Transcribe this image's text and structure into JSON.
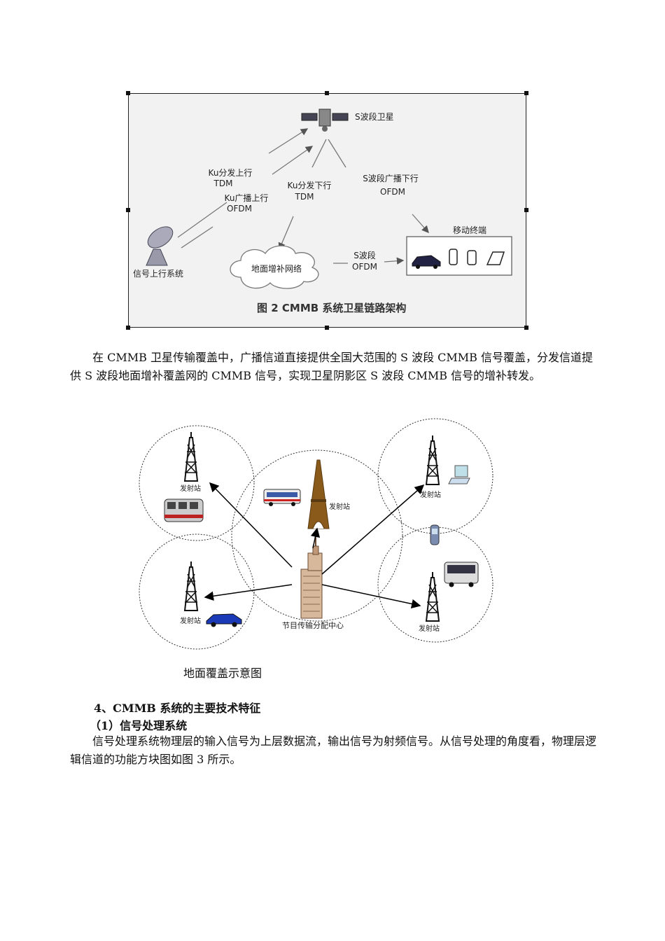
{
  "figure1": {
    "satellite_label": "S波段卫星",
    "ku_uplink": "Ku分发上行",
    "ku_uplink_mode": "TDM",
    "ku_broadcast_uplink": "Ku广播上行",
    "ku_broadcast_mode": "OFDM",
    "ku_downlink": "Ku分发下行",
    "ku_downlink_mode": "TDM",
    "s_downlink": "S波段广播下行",
    "s_downlink_mode": "OFDM",
    "uplink_system": "信号上行系统",
    "ground_network": "地面增补网络",
    "s_band": "S波段",
    "s_band_mode": "OFDM",
    "mobile_terminal": "移动终端",
    "caption": "图 2  CMMB 系统卫星链路架构"
  },
  "paragraph1": "在 CMMB 卫星传输覆盖中，广播信道直接提供全国大范围的 S 波段 CMMB 信号覆盖，分发信道提供 S 波段地面增补覆盖网的 CMMB 信号，实现卫星阴影区 S 波段 CMMB 信号的增补转发。",
  "figure2": {
    "station_label": "发射站",
    "center_label": "节目传输分配中心",
    "caption": "地面覆盖示意图"
  },
  "section4": "4、CMMB 系统的主要技术特征",
  "subsection1": "（1）信号处理系统",
  "paragraph2": "信号处理系统物理层的输入信号为上层数据流，输出信号为射频信号。从信号处理的角度看，物理层逻辑信道的功能方块图如图 3 所示。"
}
